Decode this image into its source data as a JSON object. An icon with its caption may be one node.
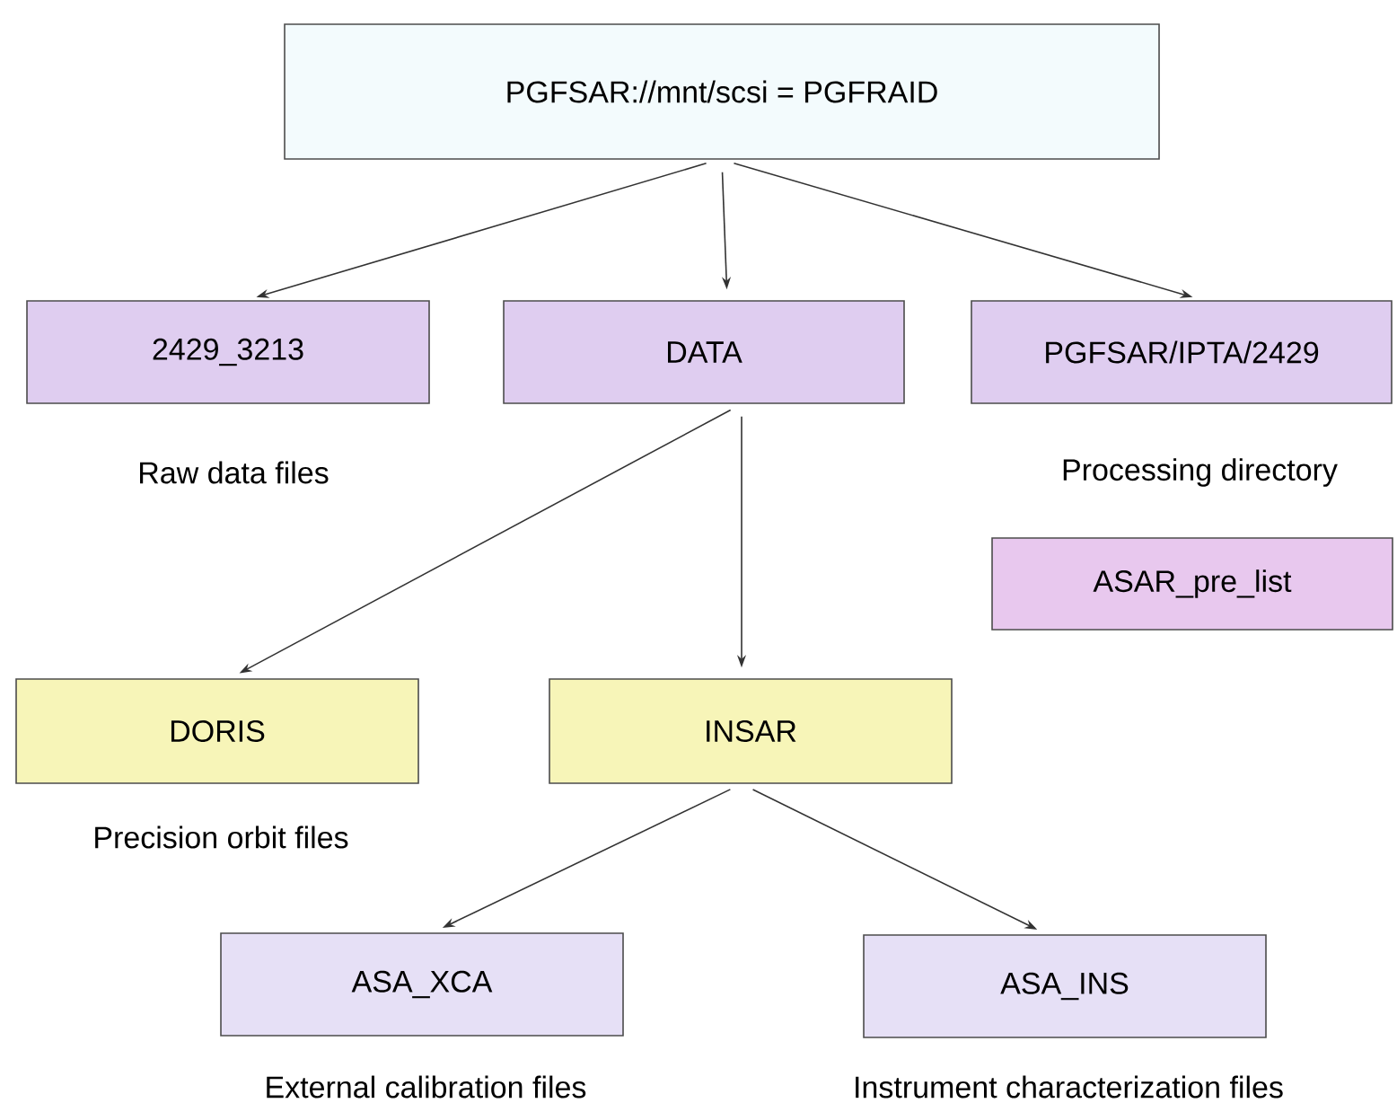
{
  "diagram": {
    "nodes": [
      {
        "text": [
          "PGFSAR://mnt/scsi = PGFRAID"
        ]
      },
      {
        "text": [
          "2429_3213"
        ],
        "beside": [
          "Raw data files"
        ]
      },
      {
        "text": [
          "DATA"
        ]
      },
      {
        "text": [
          "PGFSAR/IPTA/2429"
        ],
        "beside": [
          "Processing directory"
        ]
      },
      {
        "text": [
          "ASAR_pre_list"
        ]
      },
      {
        "text": [
          "DORIS"
        ],
        "beside": [
          "Precision orbit files"
        ]
      },
      {
        "text": [
          "INSAR"
        ]
      },
      {
        "text": [
          "ASA_XCA"
        ],
        "beside": [
          "External calibration files"
        ]
      },
      {
        "text": [
          "ASA_INS"
        ],
        "beside": [
          "Instrument characterization files"
        ]
      }
    ],
    "edges": [
      {
        "from": 0,
        "to": 1,
        "arrow": "to"
      },
      {
        "from": 0,
        "to": 2,
        "arrow": "to"
      },
      {
        "from": 0,
        "to": 3,
        "arrow": "to"
      },
      {
        "from": 2,
        "to": 5,
        "arrow": "to"
      },
      {
        "from": 2,
        "to": 6,
        "arrow": "to"
      },
      {
        "from": 6,
        "to": 7,
        "arrow": "to"
      },
      {
        "from": 6,
        "to": 8,
        "arrow": "to"
      }
    ]
  }
}
